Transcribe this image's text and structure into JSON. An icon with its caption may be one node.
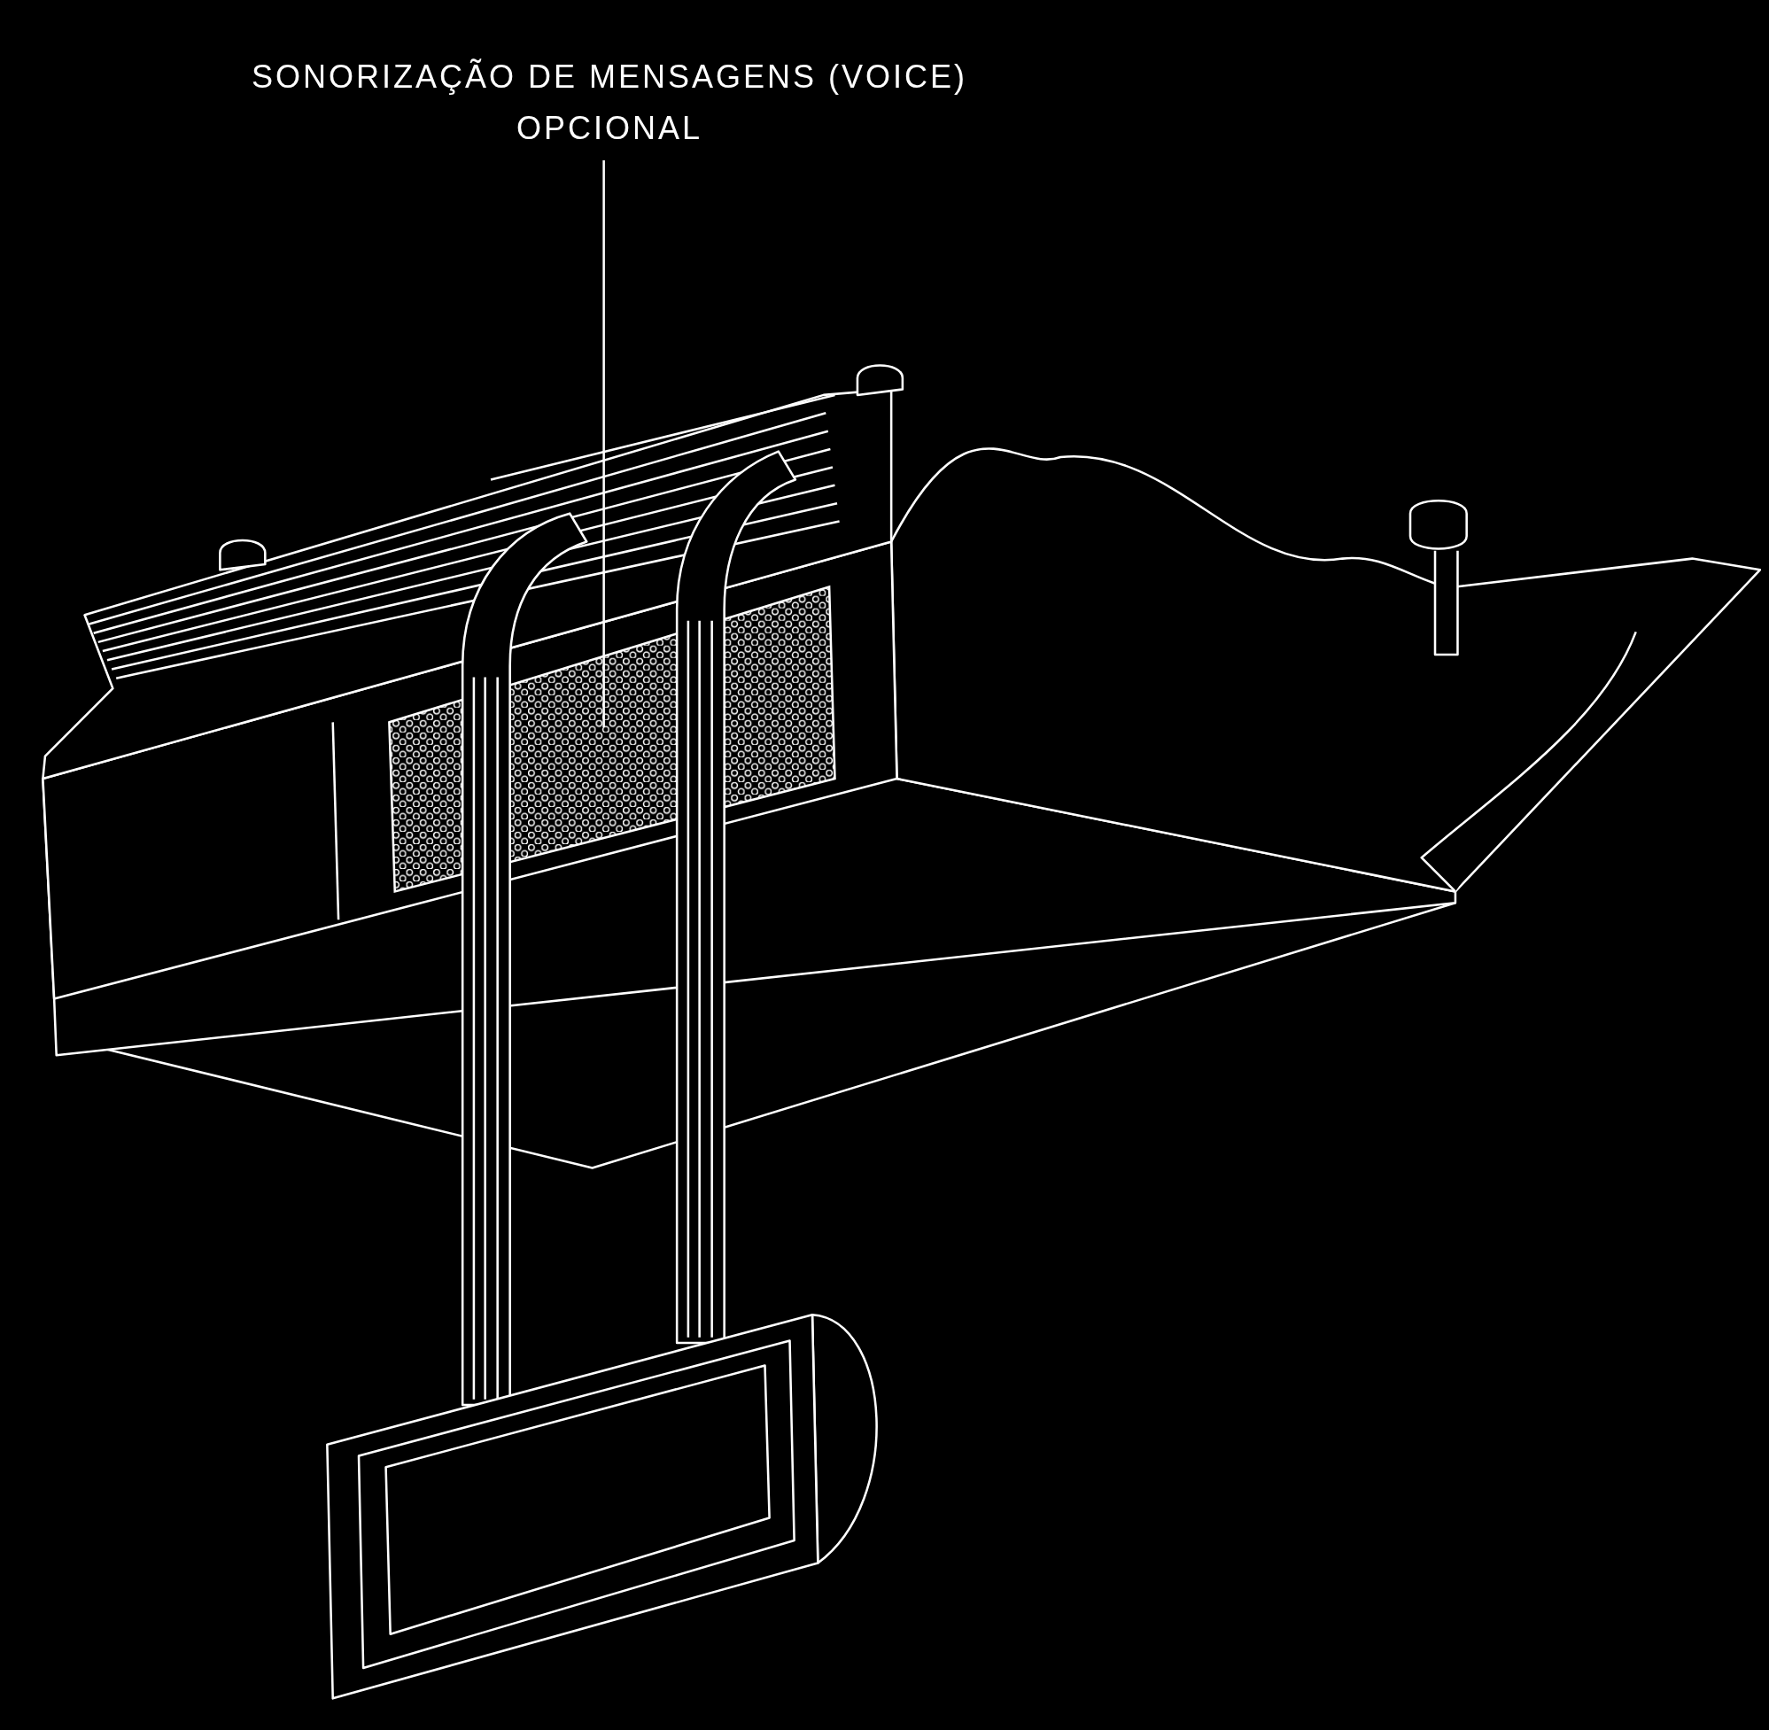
{
  "diagram": {
    "nodes": [
      {
        "text": [
          "SONORIZAÇÃO DE MENSAGENS (VOICE)",
          "OPCIONAL"
        ]
      },
      {
        "text": [],
        "shape": "box"
      }
    ],
    "edges": [
      {
        "from": 0,
        "to": 1,
        "arrow": "none"
      }
    ]
  }
}
